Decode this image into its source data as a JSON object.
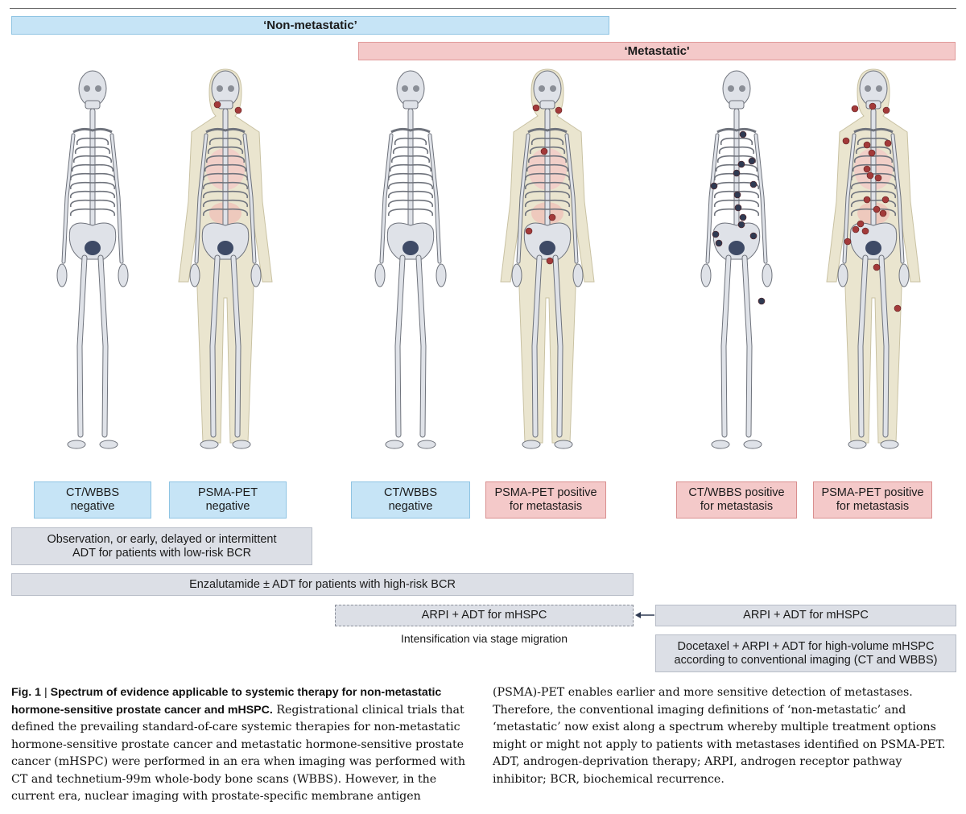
{
  "bands": {
    "non_metastatic": "‘Non-metastatic’",
    "metastatic": "‘Metastatic'"
  },
  "imaging_boxes": [
    {
      "label": "CT/WBBS\nnegative",
      "color": "#c6e4f6"
    },
    {
      "label": "PSMA-PET\nnegative",
      "color": "#c6e4f6"
    },
    {
      "label": "CT/WBBS\nnegative",
      "color": "#c6e4f6"
    },
    {
      "label": "PSMA-PET positive\nfor metastasis",
      "color": "#f4c9c9"
    },
    {
      "label": "CT/WBBS positive\nfor metastasis",
      "color": "#f4c9c9"
    },
    {
      "label": "PSMA-PET positive\nfor metastasis",
      "color": "#f4c9c9"
    }
  ],
  "therapy": {
    "observation": "Observation, or early, delayed or intermittent\nADT for patients with low-risk BCR",
    "enzalutamide": "Enzalutamide ± ADT for patients with high-risk BCR",
    "arpi_dashed": "ARPI + ADT for mHSPC",
    "intensification": "Intensification via stage migration",
    "arpi": "ARPI + ADT for mHSPC",
    "docetaxel": "Docetaxel + ARPI + ADT for high-volume mHSPC\naccording to conventional imaging (CT and WBBS)"
  },
  "caption": {
    "label": "Fig. 1",
    "separator": " | ",
    "title": "Spectrum of evidence applicable to systemic therapy for non-metastatic hormone-sensitive prostate cancer and mHSPC.",
    "body_left": " Registrational clinical trials that defined the prevailing standard-of-care systemic therapies for non-metastatic hormone-sensitive prostate cancer and metastatic hormone-sensitive prostate cancer (mHSPC) were performed in an era when imaging was performed with CT and technetium-99m whole-body bone scans (WBBS). However, in the current era, nuclear imaging with prostate-specific membrane antigen",
    "body_right": "(PSMA)-PET enables earlier and more sensitive detection of metastases. Therefore, the conventional imaging definitions of ‘non-metastatic’ and ‘metastatic’ now exist along a spectrum whereby multiple treatment options might or might not apply to patients with metastases identified on PSMA-PET. ADT, androgen-deprivation therapy; ARPI, androgen receptor pathway inhibitor; BCR, biochemical recurrence."
  },
  "colors": {
    "bone": "#dfe2e8",
    "bone_outline": "#6f737c",
    "soft_tissue": "#eae5cf",
    "psma_lesion": "#a33a3a",
    "ct_lesion": "#2f3a52"
  },
  "figures": [
    {
      "name": "skeleton-1",
      "type": "skeleton"
    },
    {
      "name": "body-psma-1",
      "type": "body"
    },
    {
      "name": "skeleton-2",
      "type": "skeleton"
    },
    {
      "name": "body-psma-2",
      "type": "body"
    },
    {
      "name": "skeleton-3",
      "type": "skeleton"
    },
    {
      "name": "body-psma-3",
      "type": "body"
    }
  ]
}
